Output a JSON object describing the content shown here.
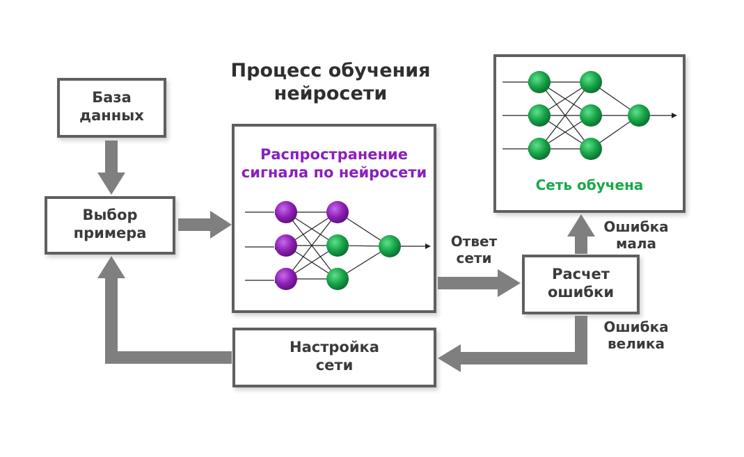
{
  "title": {
    "line1": "Процесс обучения",
    "line2": "нейросети"
  },
  "nodes": {
    "database": {
      "line1": "База",
      "line2": "данных"
    },
    "select_example": {
      "line1": "Выбор",
      "line2": "примера"
    },
    "propagation": {
      "line1": "Распространение",
      "line2": "сигнала по нейросети"
    },
    "error_calc": {
      "line1": "Расчет",
      "line2": "ошибки"
    },
    "tuning": {
      "line1": "Настройка",
      "line2": "сети"
    },
    "trained": {
      "label": "Сеть обучена"
    }
  },
  "edge_labels": {
    "net_answer": {
      "line1": "Ответ",
      "line2": "сети"
    },
    "error_small": {
      "line1": "Ошибка",
      "line2": "мала"
    },
    "error_large": {
      "line1": "Ошибка",
      "line2": "велика"
    }
  },
  "colors": {
    "arrow": "#7f7f7f",
    "border": "#5f5f5f",
    "text": "#3a3a3a",
    "purple_text": "#8a1fbf",
    "green_text": "#1aa84a",
    "purple_node": "#8e1fb5",
    "green_node": "#17a348"
  }
}
